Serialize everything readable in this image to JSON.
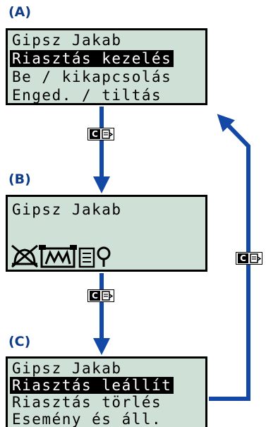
{
  "panels": {
    "a": {
      "tag": "(A)",
      "rows": [
        "Gipsz Jakab",
        "Riasztás kezelés",
        "Be / kikapcsolás",
        "Enged. / tiltás"
      ]
    },
    "b": {
      "tag": "(B)",
      "rows": [
        "Gipsz Jakab"
      ],
      "status_icons": [
        "alarm-off-icon",
        "battery-network-icon",
        "document-icon",
        "location-pin-icon"
      ]
    },
    "c": {
      "tag": "(C)",
      "rows": [
        "Gipsz Jakab",
        "Riasztás leállít",
        "Riasztás törlés",
        "Esemény és áll."
      ]
    }
  },
  "key_badge": {
    "letter": "C",
    "icon": "message-key-icon"
  },
  "colors": {
    "arrow": "#1448a6",
    "lcd_background": "#cfe0d6",
    "label": "#103d8a"
  }
}
